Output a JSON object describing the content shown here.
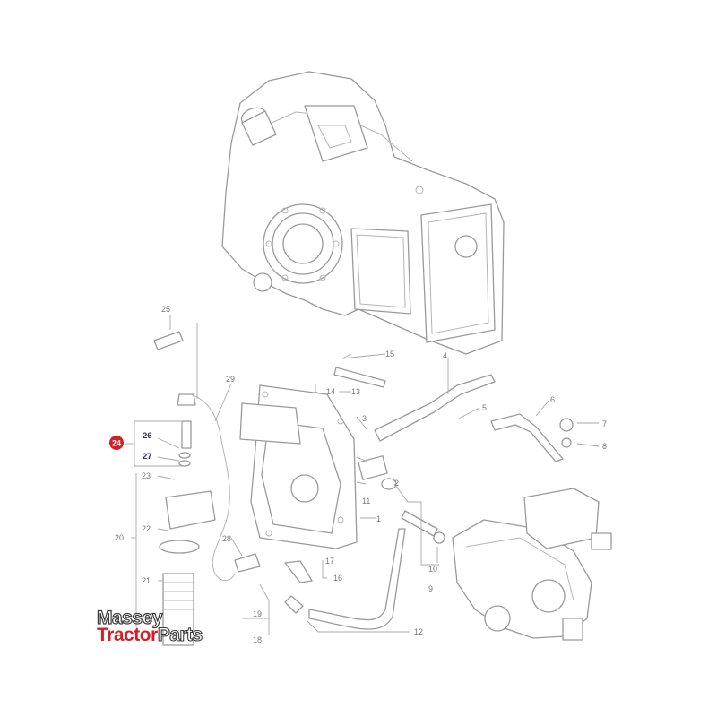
{
  "diagram": {
    "callouts": [
      {
        "id": "c1",
        "text": "1"
      },
      {
        "id": "c2",
        "text": "2"
      },
      {
        "id": "c3",
        "text": "3"
      },
      {
        "id": "c4",
        "text": "4"
      },
      {
        "id": "c5",
        "text": "5"
      },
      {
        "id": "c6",
        "text": "6"
      },
      {
        "id": "c7",
        "text": "7"
      },
      {
        "id": "c8",
        "text": "8"
      },
      {
        "id": "c9",
        "text": "9"
      },
      {
        "id": "c10",
        "text": "10"
      },
      {
        "id": "c11",
        "text": "11"
      },
      {
        "id": "c12",
        "text": "12"
      },
      {
        "id": "c13",
        "text": "13"
      },
      {
        "id": "c14",
        "text": "14"
      },
      {
        "id": "c15",
        "text": "15"
      },
      {
        "id": "c16",
        "text": "16"
      },
      {
        "id": "c17",
        "text": "17"
      },
      {
        "id": "c18",
        "text": "18"
      },
      {
        "id": "c19",
        "text": "19"
      },
      {
        "id": "c20",
        "text": "20"
      },
      {
        "id": "c21",
        "text": "21"
      },
      {
        "id": "c22",
        "text": "22"
      },
      {
        "id": "c23",
        "text": "23"
      },
      {
        "id": "c25",
        "text": "25"
      },
      {
        "id": "c28",
        "text": "28"
      },
      {
        "id": "c29",
        "text": "29"
      }
    ],
    "highlighted_callouts": [
      {
        "id": "c26",
        "text": "26"
      },
      {
        "id": "c27",
        "text": "27"
      }
    ],
    "selected_part": {
      "text": "24",
      "color": "#d51f26"
    }
  },
  "logo": {
    "line1": "Massey",
    "line2_red": "Tractor",
    "line2_outline": "Parts",
    "red_color": "#d51f26"
  }
}
